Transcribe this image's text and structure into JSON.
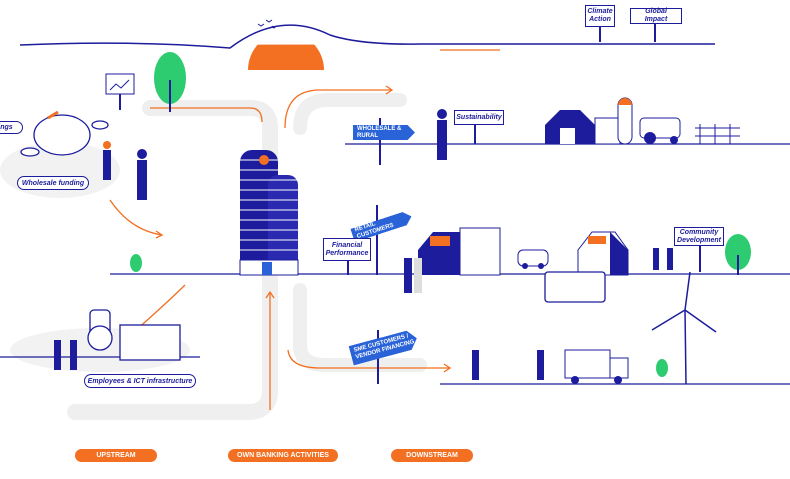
{
  "signs": {
    "climate_action": "Climate Action",
    "global_impact": "Global Impact",
    "savings_partial": "ings",
    "wholesale_funding": "Wholesale funding",
    "employees_ict": "Employees & ICT infrastructure",
    "wholesale_rural": "WHOLESALE & RURAL",
    "sustainability": "Sustainability",
    "retail_customers": "RETAIL CUSTOMERS",
    "financial_performance": "Financial Performance",
    "community_development": "Community Development",
    "sme_vendor": "SME CUSTOMERS / VENDOR FINANCING"
  },
  "stages": [
    "UPSTREAM",
    "OWN BANKING ACTIVITIES",
    "DOWNSTREAM"
  ],
  "colors": {
    "blue": "#1c1c9c",
    "orange": "#f36f21",
    "green": "#2ecc71",
    "sign_blue": "#2a63d8",
    "grey": "#eeeeee"
  }
}
